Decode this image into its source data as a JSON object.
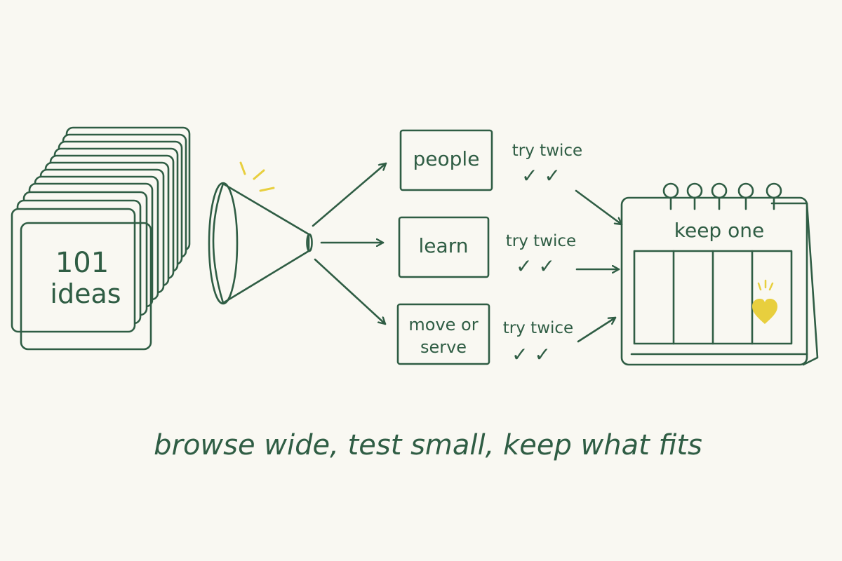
{
  "colors": {
    "ink": "#2f5d44",
    "highlight": "#e8cf3e",
    "background": "#f9f8f2"
  },
  "stack": {
    "line1": "101",
    "line2": "ideas"
  },
  "funnel": {
    "icon": "funnel-icon"
  },
  "paths": [
    {
      "label": "people",
      "note": "try twice",
      "checks": "✓ ✓"
    },
    {
      "label": "learn",
      "note": "try twice",
      "checks": "✓ ✓"
    },
    {
      "label_line1": "move or",
      "label_line2": "serve",
      "note": "try twice",
      "checks": "✓ ✓"
    }
  ],
  "calendar": {
    "title": "keep one",
    "icon": "desk-calendar-icon",
    "marker_icon": "heart-icon"
  },
  "caption": "browse wide, test small, keep what fits"
}
